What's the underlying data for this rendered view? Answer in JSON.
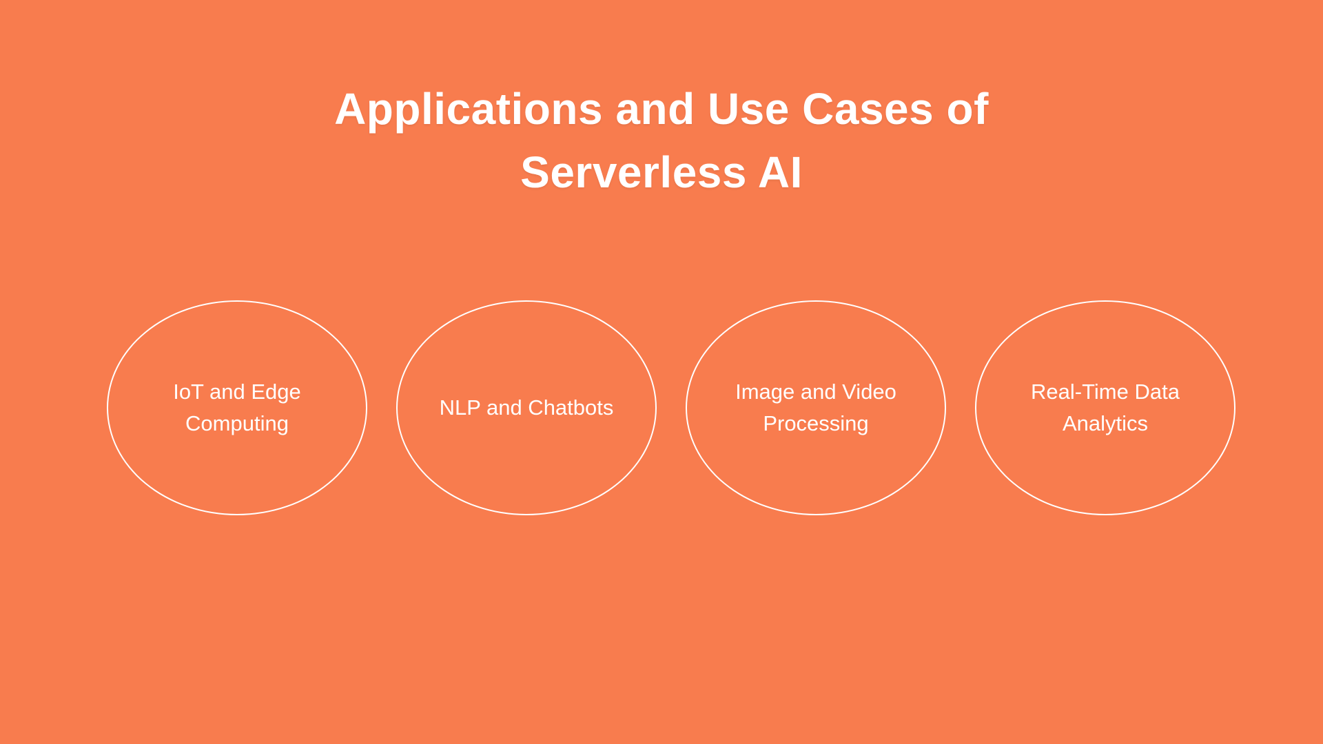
{
  "colors": {
    "background": "#F87C4E",
    "title_text": "#FFFFFF",
    "bubble_outline": "#FFFFFF",
    "bubble_text": "#FFFFFF"
  },
  "title": {
    "text": "Applications and Use Cases of Serverless AI",
    "lines": [
      "Applications and Use Cases of",
      "Serverless AI"
    ]
  },
  "bubbles": [
    {
      "label": "IoT and Edge Computing",
      "lines": [
        "IoT and Edge",
        "Computing"
      ]
    },
    {
      "label": "NLP and Chatbots",
      "lines": [
        "NLP and Chatbots",
        ""
      ]
    },
    {
      "label": "Image and Video Processing",
      "lines": [
        "Image and Video",
        "Processing"
      ]
    },
    {
      "label": "Real-Time Data Analytics",
      "lines": [
        "Real-Time Data",
        "Analytics"
      ]
    }
  ]
}
